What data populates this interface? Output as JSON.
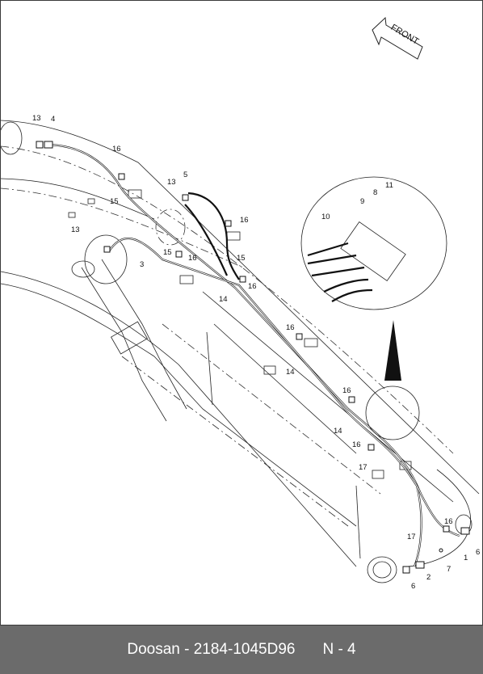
{
  "diagram": {
    "direction_label": "FRONT",
    "callouts": [
      {
        "id": "c13a",
        "label": "13"
      },
      {
        "id": "c4",
        "label": "4"
      },
      {
        "id": "c16a",
        "label": "16"
      },
      {
        "id": "c15a",
        "label": "15"
      },
      {
        "id": "c13b",
        "label": "13"
      },
      {
        "id": "c5",
        "label": "5"
      },
      {
        "id": "c16b",
        "label": "16"
      },
      {
        "id": "c15b",
        "label": "15"
      },
      {
        "id": "c13c",
        "label": "13"
      },
      {
        "id": "c3",
        "label": "3"
      },
      {
        "id": "c15c",
        "label": "15"
      },
      {
        "id": "c16c",
        "label": "16"
      },
      {
        "id": "c14a",
        "label": "14"
      },
      {
        "id": "c16d",
        "label": "16"
      },
      {
        "id": "c16e",
        "label": "16"
      },
      {
        "id": "c14b",
        "label": "14"
      },
      {
        "id": "c16f",
        "label": "16"
      },
      {
        "id": "c14c",
        "label": "14"
      },
      {
        "id": "c16g",
        "label": "16"
      },
      {
        "id": "c17a",
        "label": "17"
      },
      {
        "id": "c16h",
        "label": "16"
      },
      {
        "id": "c17b",
        "label": "17"
      },
      {
        "id": "c1",
        "label": "1"
      },
      {
        "id": "c6a",
        "label": "6"
      },
      {
        "id": "c7",
        "label": "7"
      },
      {
        "id": "c2",
        "label": "2"
      },
      {
        "id": "c6b",
        "label": "6"
      },
      {
        "id": "c9",
        "label": "9"
      },
      {
        "id": "c8",
        "label": "8"
      },
      {
        "id": "c11",
        "label": "11"
      },
      {
        "id": "c10",
        "label": "10"
      }
    ]
  },
  "footer": {
    "part_text": "Doosan - 2184-1045D96",
    "page_text": "N - 4"
  }
}
